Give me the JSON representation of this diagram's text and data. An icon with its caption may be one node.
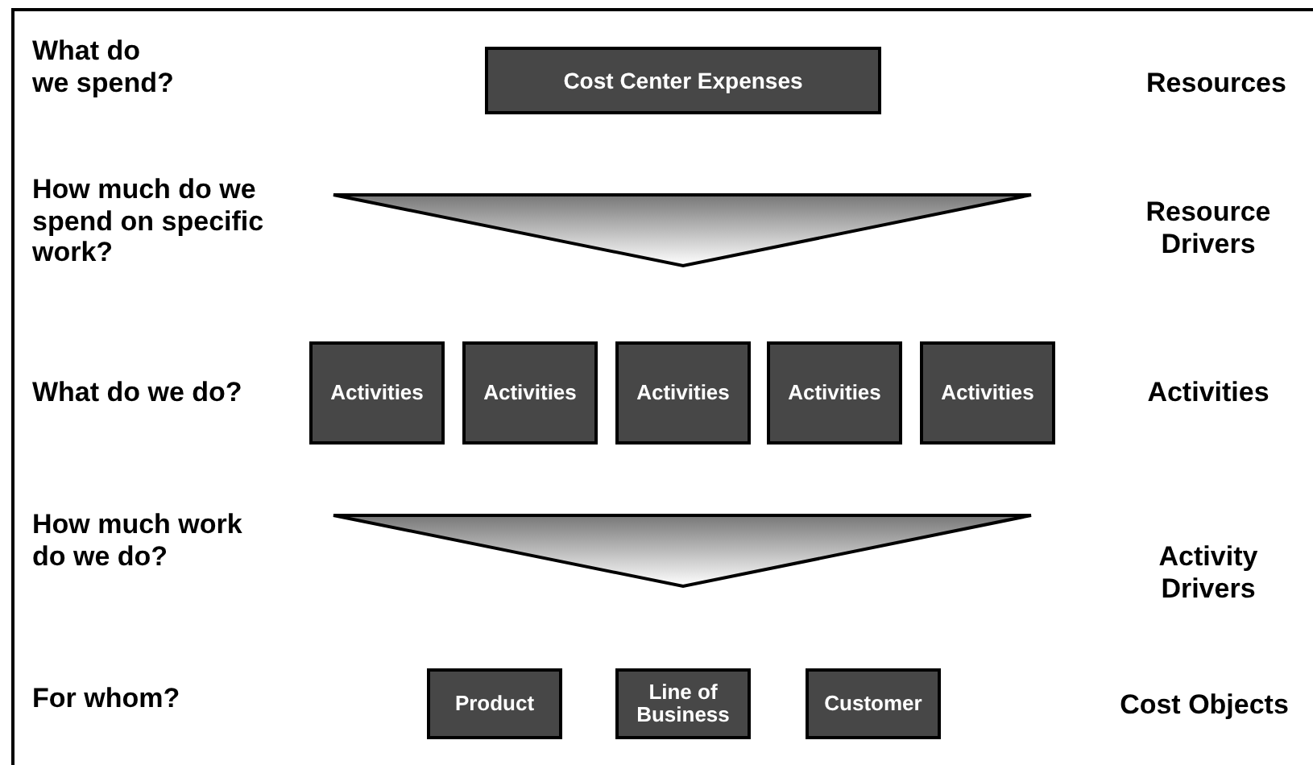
{
  "diagram": {
    "nodes": [
      {
        "text": [
          "Cost Center Expenses"
        ]
      },
      {
        "text": [
          "Activities"
        ]
      },
      {
        "text": [
          "Activities"
        ]
      },
      {
        "text": [
          "Activities"
        ]
      },
      {
        "text": [
          "Activities"
        ]
      },
      {
        "text": [
          "Activities"
        ]
      },
      {
        "text": [
          "Product"
        ]
      },
      {
        "text": [
          "Line of Business"
        ]
      },
      {
        "text": [
          "Customer"
        ]
      }
    ],
    "labels": [
      "What do we spend?",
      "Resources",
      "How much do we spend on specific work?",
      "Resource Drivers",
      "What do we do?",
      "Activities",
      "How much work do we do?",
      "Activity Drivers",
      "For whom?",
      "Cost Objects"
    ]
  }
}
